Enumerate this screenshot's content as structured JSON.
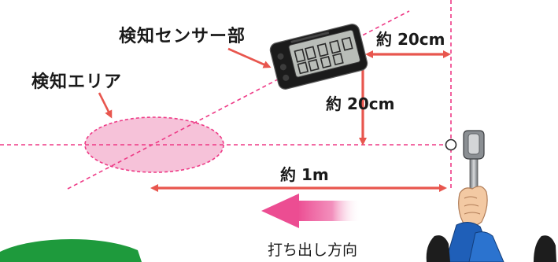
{
  "labels": {
    "sensor": "検知センサー部",
    "area": "検知エリア",
    "dist_right": "約 20cm",
    "dist_vertical": "約 20cm",
    "dist_long": "約 1m",
    "direction": "打ち出し方向"
  },
  "colors": {
    "guide_line": "#ee3a86",
    "measure_arrow": "#e8564e",
    "area_fill": "#f6c2d9",
    "direction_arrow": "#ec4d92",
    "grass": "#1e9a3c",
    "device_body": "#1b1b1b",
    "device_screen": "#b9bdb8",
    "club": "#8b8f93",
    "sleeve": "#1f5fb8",
    "hand": "#f3c9a3"
  },
  "icons": {
    "sensor_device": "golf-launch-monitor-icon",
    "golf_ball": "golf-ball-icon",
    "putter": "putter-icon",
    "golfer": "golfer-hands-icon"
  }
}
